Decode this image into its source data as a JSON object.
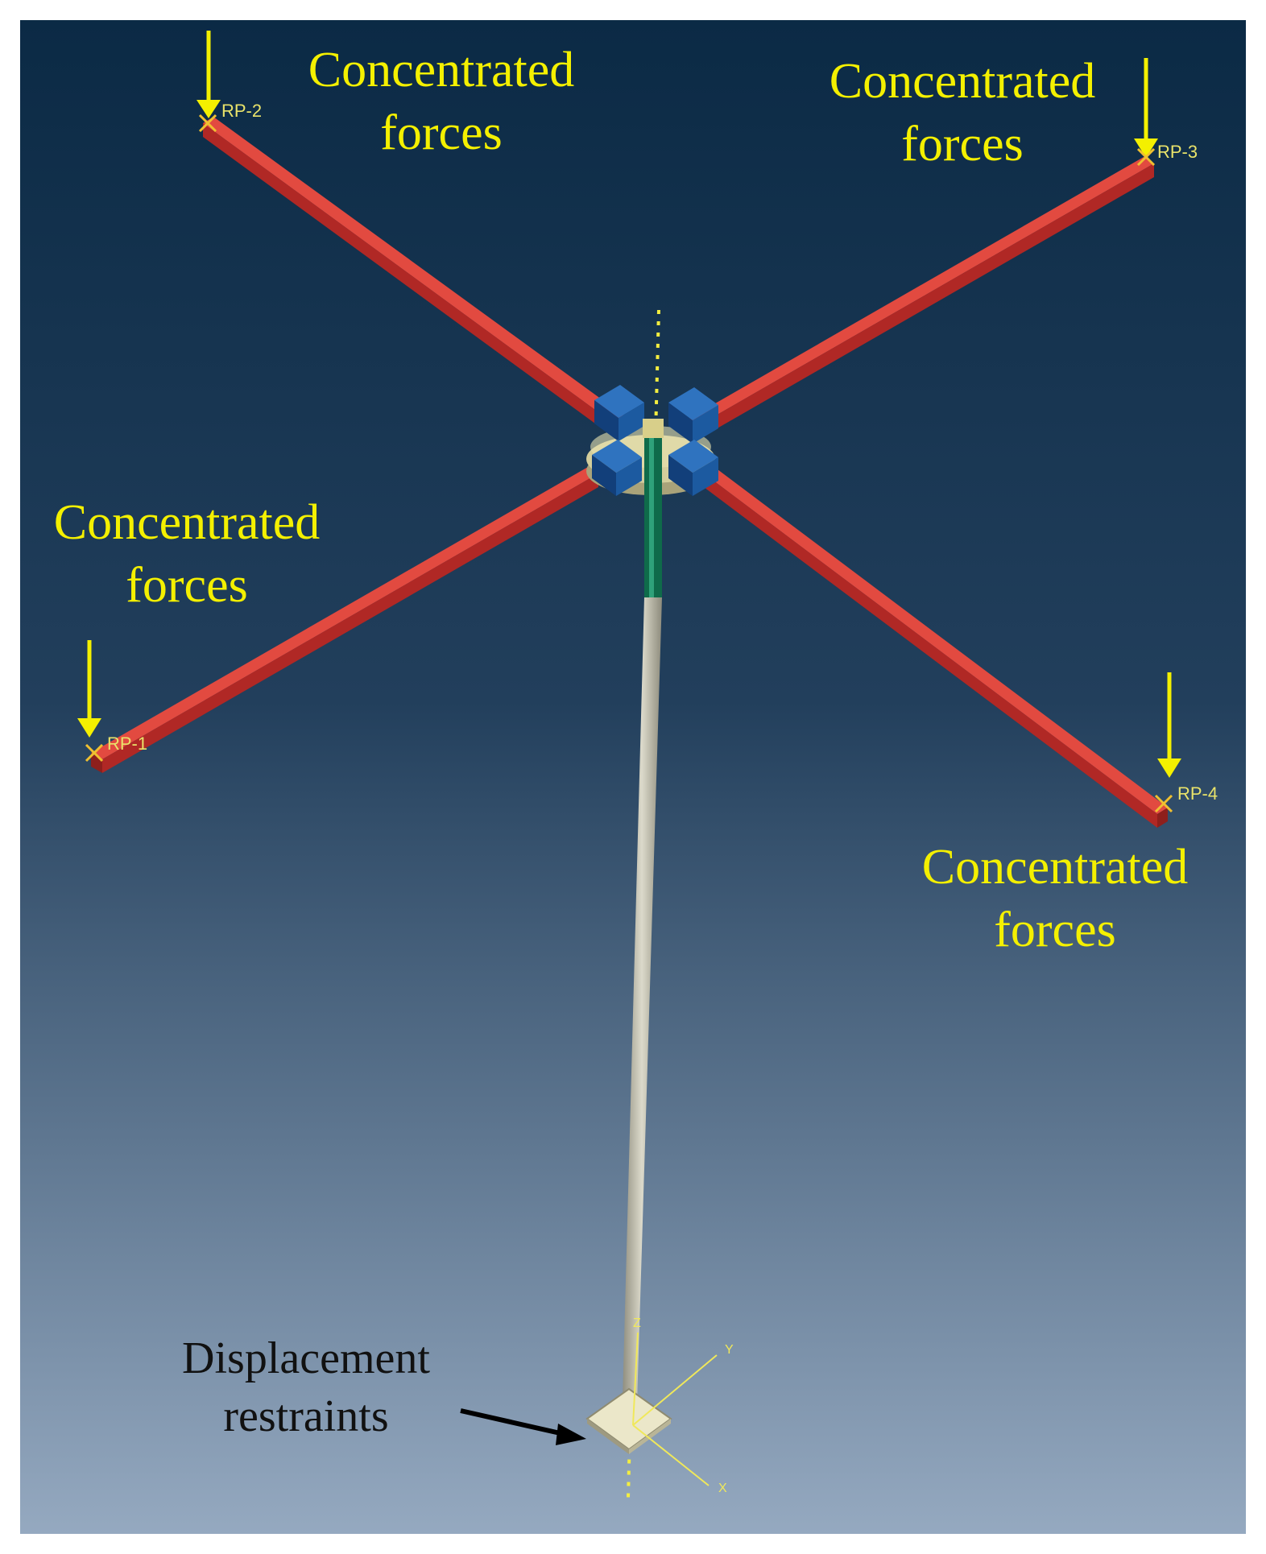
{
  "labels": {
    "top_left": {
      "line1": "Concentrated",
      "line2": "forces"
    },
    "top_right": {
      "line1": "Concentrated",
      "line2": "forces"
    },
    "mid_left": {
      "line1": "Concentrated",
      "line2": "forces"
    },
    "bottom_right": {
      "line1": "Concentrated",
      "line2": "forces"
    },
    "restraints": {
      "line1": "Displacement",
      "line2": "restraints"
    }
  },
  "reference_points": [
    "RP-1",
    "RP-2",
    "RP-3",
    "RP-4"
  ],
  "axes": {
    "x": "X",
    "y": "Y",
    "z": "Z"
  },
  "colors": {
    "background_top": "#0b2a45",
    "background_bottom": "#95a9c0",
    "beam": "#c8302c",
    "clamp": "#1c5aa0",
    "force_arrow": "#f4f000",
    "pole": "#c9c7b4",
    "tube": "#0f6b4a",
    "base_plate": "#e8e4c6"
  }
}
